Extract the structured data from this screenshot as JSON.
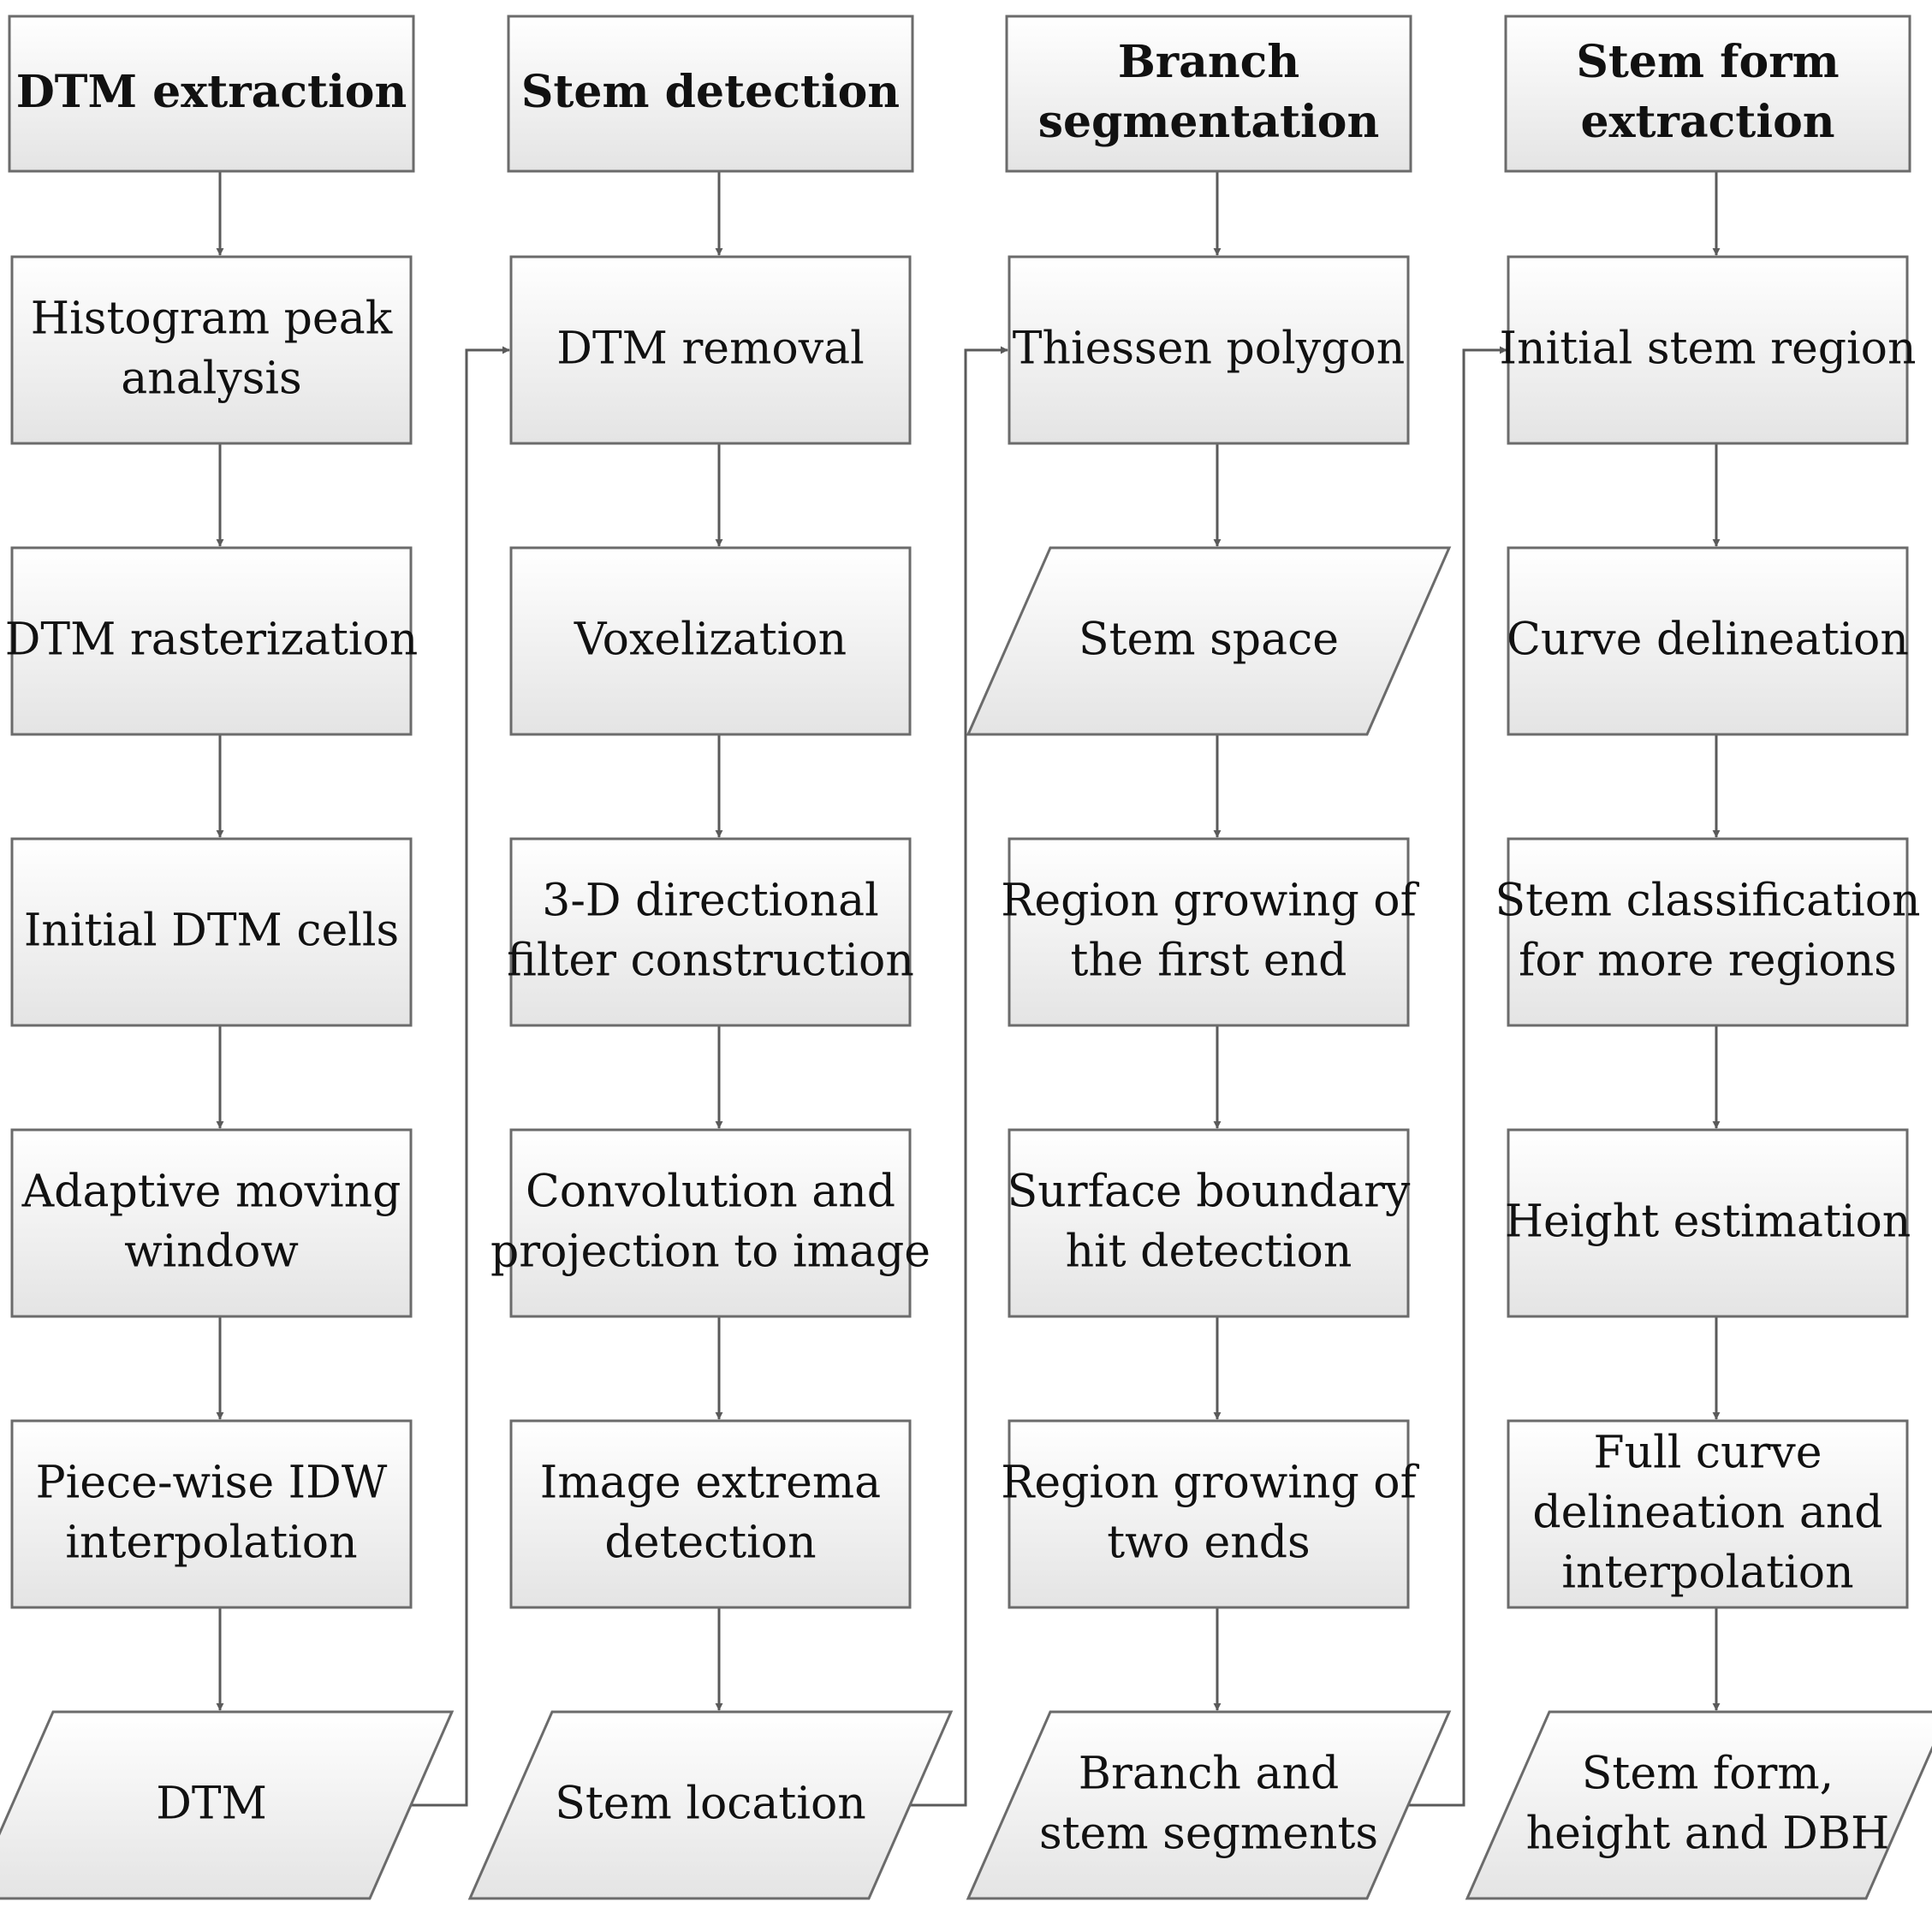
{
  "columns": [
    {
      "id": "dtm",
      "header": [
        "DTM extraction"
      ],
      "steps": [
        [
          "Histogram peak",
          "analysis"
        ],
        [
          "DTM rasterization"
        ],
        [
          "Initial DTM cells"
        ],
        [
          "Adaptive moving",
          "window"
        ],
        [
          "Piece-wise IDW",
          "interpolation"
        ]
      ],
      "output": [
        "DTM"
      ]
    },
    {
      "id": "stem-detection",
      "header": [
        "Stem detection"
      ],
      "steps": [
        [
          "DTM removal"
        ],
        [
          "Voxelization"
        ],
        [
          "3-D directional",
          "filter construction"
        ],
        [
          "Convolution and",
          "projection to image"
        ],
        [
          "Image extrema",
          "detection"
        ]
      ],
      "output": [
        "Stem location"
      ]
    },
    {
      "id": "branch-segmentation",
      "header": [
        "Branch",
        "segmentation"
      ],
      "steps": [
        [
          "Thiessen polygon"
        ],
        [
          "Stem space"
        ],
        [
          "Region growing of",
          "the first end"
        ],
        [
          "Surface boundary",
          "hit detection"
        ],
        [
          "Region growing of",
          "two ends"
        ]
      ],
      "output": [
        "Branch and",
        "stem segments"
      ]
    },
    {
      "id": "stem-form",
      "header": [
        "Stem form",
        "extraction"
      ],
      "steps": [
        [
          "Initial stem region"
        ],
        [
          "Curve delineation"
        ],
        [
          "Stem classification",
          "for more regions"
        ],
        [
          "Height estimation"
        ],
        [
          "Full curve",
          "delineation and",
          "interpolation"
        ]
      ],
      "output": [
        "Stem form,",
        "height and DBH"
      ]
    }
  ],
  "parallelogram_steps": {
    "branch-segmentation": [
      1
    ]
  },
  "colors": {
    "box_top": "#ffffff",
    "box_bottom": "#e6e6e6",
    "stroke": "#6b6b6b",
    "connector": "#5a5a5a",
    "text": "#111111"
  }
}
